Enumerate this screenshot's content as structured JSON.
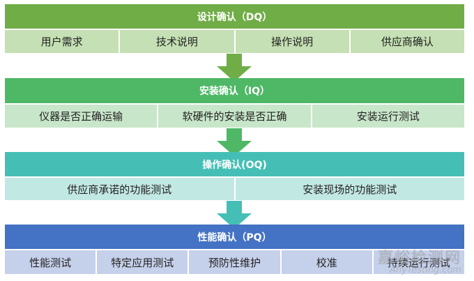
{
  "stages": [
    {
      "title": "设计确认（DQ）",
      "items": [
        "用户需求",
        "技术说明",
        "操作说明",
        "供应商确认"
      ]
    },
    {
      "title": "安装确认（IQ）",
      "items": [
        "仪器是否正确运输",
        "软硬件的安装是否正确",
        "安装运行测试"
      ]
    },
    {
      "title": "操作确认(OQ)",
      "items": [
        "供应商承诺的功能测试",
        "安装现场的功能测试"
      ]
    },
    {
      "title": "性能确认（PQ）",
      "items": [
        "性能测试",
        "特定应用测试",
        "预防性维护",
        "校准",
        "持续运行测试"
      ]
    }
  ],
  "colors": {
    "stage1": "#70AD47",
    "stage1_light": "#C5E0B4",
    "stage2": "#4EB866",
    "stage2_light": "#C8E6C9",
    "stage3": "#45BFB5",
    "stage3_light": "#C2E8E3",
    "stage4": "#4472C4",
    "stage4_light": "#C5D0EA"
  },
  "watermark": {
    "cn": "嘉峪检测网",
    "en": "AnyTesting.com"
  }
}
